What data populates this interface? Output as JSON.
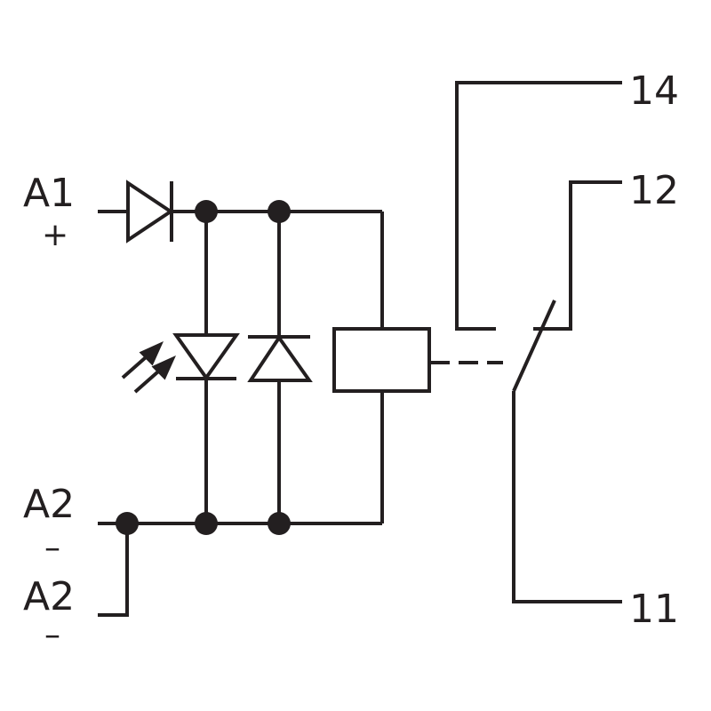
{
  "colors": {
    "line": "#231f20",
    "background": "#ffffff"
  },
  "terminals": {
    "a1_label": "A1",
    "a1_sign": "+",
    "a2_label": "A2",
    "a2_sign": "–",
    "a2b_label": "A2",
    "a2b_sign": "–",
    "t14": "14",
    "t12": "12",
    "t11": "11"
  },
  "icons": [
    "diode-icon",
    "led-icon",
    "light-arrows-icon",
    "freewheel-diode-icon",
    "relay-coil-icon",
    "changeover-contact-icon"
  ]
}
